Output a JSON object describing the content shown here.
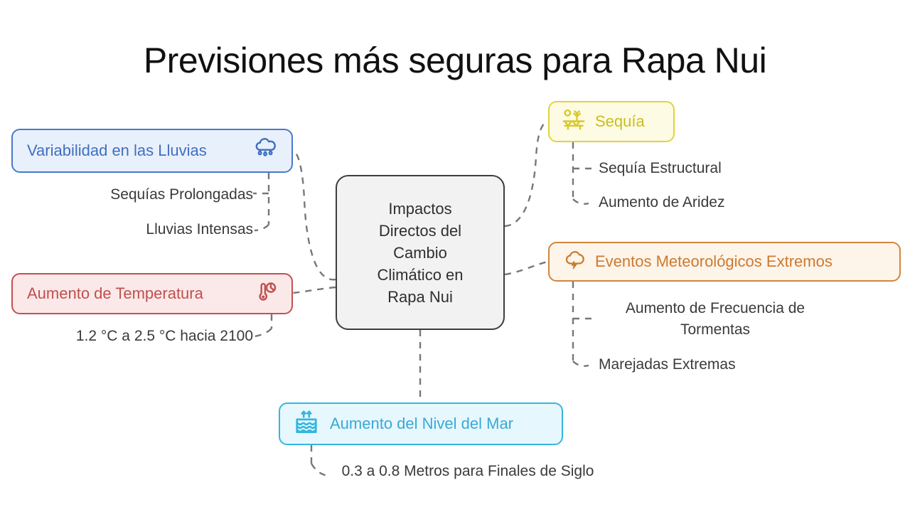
{
  "page": {
    "title": "Previsiones más seguras para Rapa Nui",
    "background": "#ffffff",
    "type": "mind-map"
  },
  "center": {
    "text": "Impactos\nDirectos del\nCambio\nClimático en\nRapa Nui",
    "border_color": "#3d3d3d",
    "fill_color": "#f2f2f2"
  },
  "branches": [
    {
      "id": "rain",
      "label": "Variabilidad en las Lluvias",
      "icon": "cloud-rain-icon",
      "icon_side": "right",
      "color": "#3f6fc0",
      "border_color": "#4a78c8",
      "fill_color": "#e8f0fc",
      "position": "left-top",
      "children": [
        {
          "label": "Sequías Prolongadas"
        },
        {
          "label": "Lluvias Intensas"
        }
      ]
    },
    {
      "id": "temperature",
      "label": "Aumento de Temperatura",
      "icon": "thermometer-sun-icon",
      "icon_side": "right",
      "color": "#c0504d",
      "border_color": "#c45050",
      "fill_color": "#fbe9e9",
      "position": "left-bottom",
      "children": [
        {
          "label": "1.2 °C a 2.5 °C hacia 2100"
        }
      ]
    },
    {
      "id": "drought",
      "label": "Sequía",
      "icon": "drought-icon",
      "icon_side": "left",
      "color": "#cbbd20",
      "border_color": "#e2d33a",
      "fill_color": "#fdfbe3",
      "position": "right-top",
      "children": [
        {
          "label": "Sequía Estructural"
        },
        {
          "label": "Aumento de Aridez"
        }
      ]
    },
    {
      "id": "extreme-events",
      "label": "Eventos Meteorológicos Extremos",
      "icon": "cloud-lightning-icon",
      "icon_side": "left",
      "color": "#cc7a2e",
      "border_color": "#d2853c",
      "fill_color": "#fdf4ea",
      "position": "right-bottom",
      "children": [
        {
          "label": "Aumento de Frecuencia de Tormentas"
        },
        {
          "label": "Marejadas Extremas"
        }
      ]
    },
    {
      "id": "sea-level",
      "label": "Aumento del Nivel del Mar",
      "icon": "sea-level-rise-icon",
      "icon_side": "left",
      "color": "#3aa8d6",
      "border_color": "#35b6e0",
      "fill_color": "#e6f8fd",
      "position": "bottom",
      "children": [
        {
          "label": "0.3 a 0.8 Metros para Finales de Siglo"
        }
      ]
    }
  ],
  "connectors": {
    "style": "dashed",
    "color": "#777777"
  }
}
